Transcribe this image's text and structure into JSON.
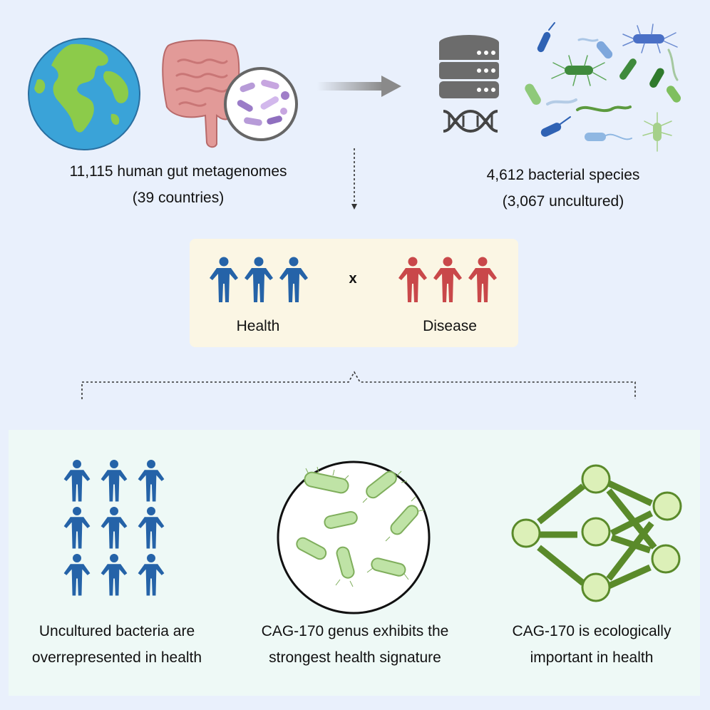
{
  "top": {
    "metagenomes_line1": "11,115 human gut metagenomes",
    "metagenomes_line2": "(39 countries)",
    "species_line1": "4,612 bacterial species",
    "species_line2": "(3,067 uncultured)"
  },
  "comparison": {
    "health_label": "Health",
    "cross_label": "x",
    "disease_label": "Disease"
  },
  "findings": [
    {
      "line1": "Uncultured bacteria are",
      "line2": "overrepresented in health"
    },
    {
      "line1": "CAG-170 genus exhibits the",
      "line2": "strongest health signature"
    },
    {
      "line1": "CAG-170 is ecologically",
      "line2": "important in health"
    }
  ],
  "colors": {
    "background": "#e9f0fc",
    "health_blue": "#2563a8",
    "disease_red": "#c9484a",
    "comparison_box": "#fbf6e4",
    "findings_panel": "#eef9f6",
    "network_green": "#5a8a2a",
    "node_fill": "#dcf0b8"
  },
  "icons": [
    "globe-icon",
    "intestine-icon",
    "microbe-magnifier-icon",
    "arrow-right-icon",
    "database-icon",
    "dna-icon",
    "bacteria-cluster-icon",
    "person-icon",
    "bacteria-circle-icon",
    "network-icon"
  ]
}
